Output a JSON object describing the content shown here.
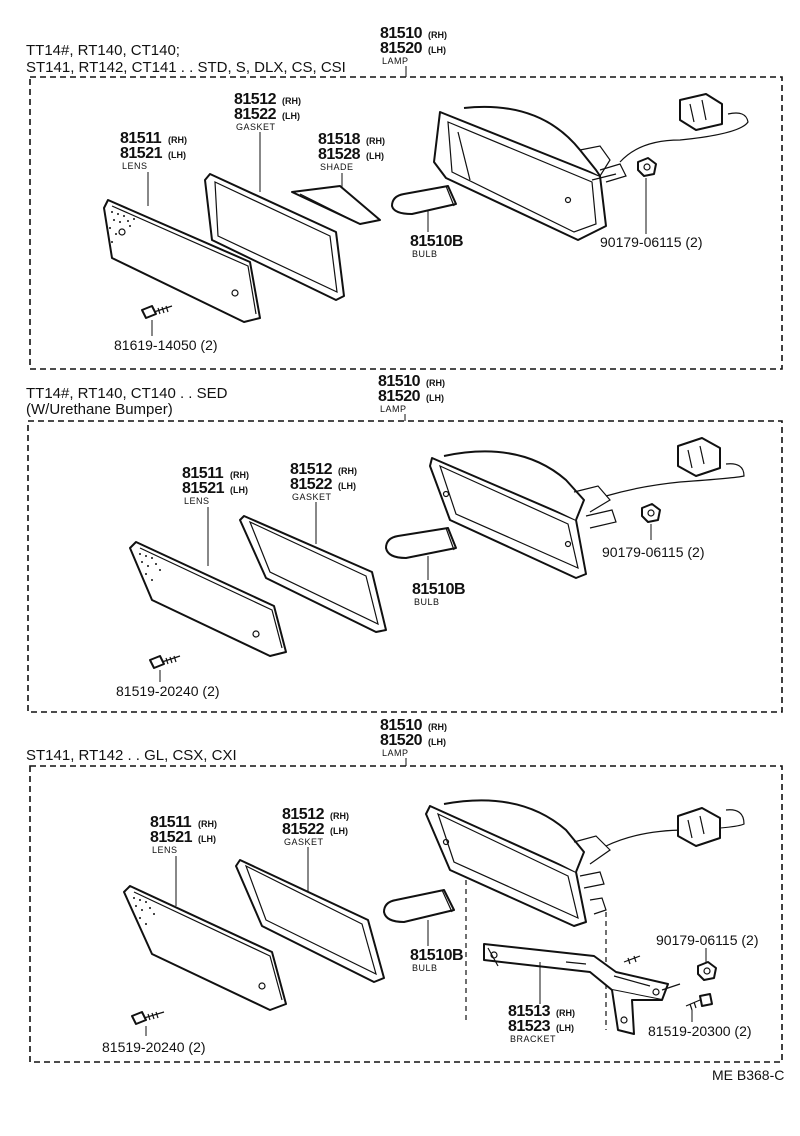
{
  "diagram": {
    "code": "ME B368-C",
    "sections": [
      {
        "heading_lines": [
          "TT14#, RT140, CT140;",
          "ST141, RT142, CT141 . . STD, S, DLX, CS, CSI"
        ],
        "lamp": {
          "rh": "81510",
          "lh": "81520",
          "name": "LAMP"
        },
        "lens": {
          "rh": "81511",
          "lh": "81521",
          "name": "LENS"
        },
        "gasket": {
          "rh": "81512",
          "lh": "81522",
          "name": "GASKET"
        },
        "shade": {
          "rh": "81518",
          "lh": "81528",
          "name": "SHADE"
        },
        "bulb": {
          "pn": "81510B",
          "name": "BULB"
        },
        "screw": "81619-14050 (2)",
        "nut": "90179-06115 (2)"
      },
      {
        "heading_lines": [
          "TT14#, RT140, CT140 . . SED",
          "(W/Urethane Bumper)"
        ],
        "lamp": {
          "rh": "81510",
          "lh": "81520",
          "name": "LAMP"
        },
        "lens": {
          "rh": "81511",
          "lh": "81521",
          "name": "LENS"
        },
        "gasket": {
          "rh": "81512",
          "lh": "81522",
          "name": "GASKET"
        },
        "bulb": {
          "pn": "81510B",
          "name": "BULB"
        },
        "screw": "81519-20240 (2)",
        "nut": "90179-06115 (2)"
      },
      {
        "heading_lines": [
          "ST141, RT142 . . GL, CSX, CXI"
        ],
        "lamp": {
          "rh": "81510",
          "lh": "81520",
          "name": "LAMP"
        },
        "lens": {
          "rh": "81511",
          "lh": "81521",
          "name": "LENS"
        },
        "gasket": {
          "rh": "81512",
          "lh": "81522",
          "name": "GASKET"
        },
        "bulb": {
          "pn": "81510B",
          "name": "BULB"
        },
        "bracket": {
          "rh": "81513",
          "lh": "81523",
          "name": "BRACKET"
        },
        "screw": "81519-20240 (2)",
        "nut": "90179-06115 (2)",
        "bracket_screw": "81519-20300 (2)"
      }
    ],
    "suffix_rh": "(RH)",
    "suffix_lh": "(LH)"
  }
}
